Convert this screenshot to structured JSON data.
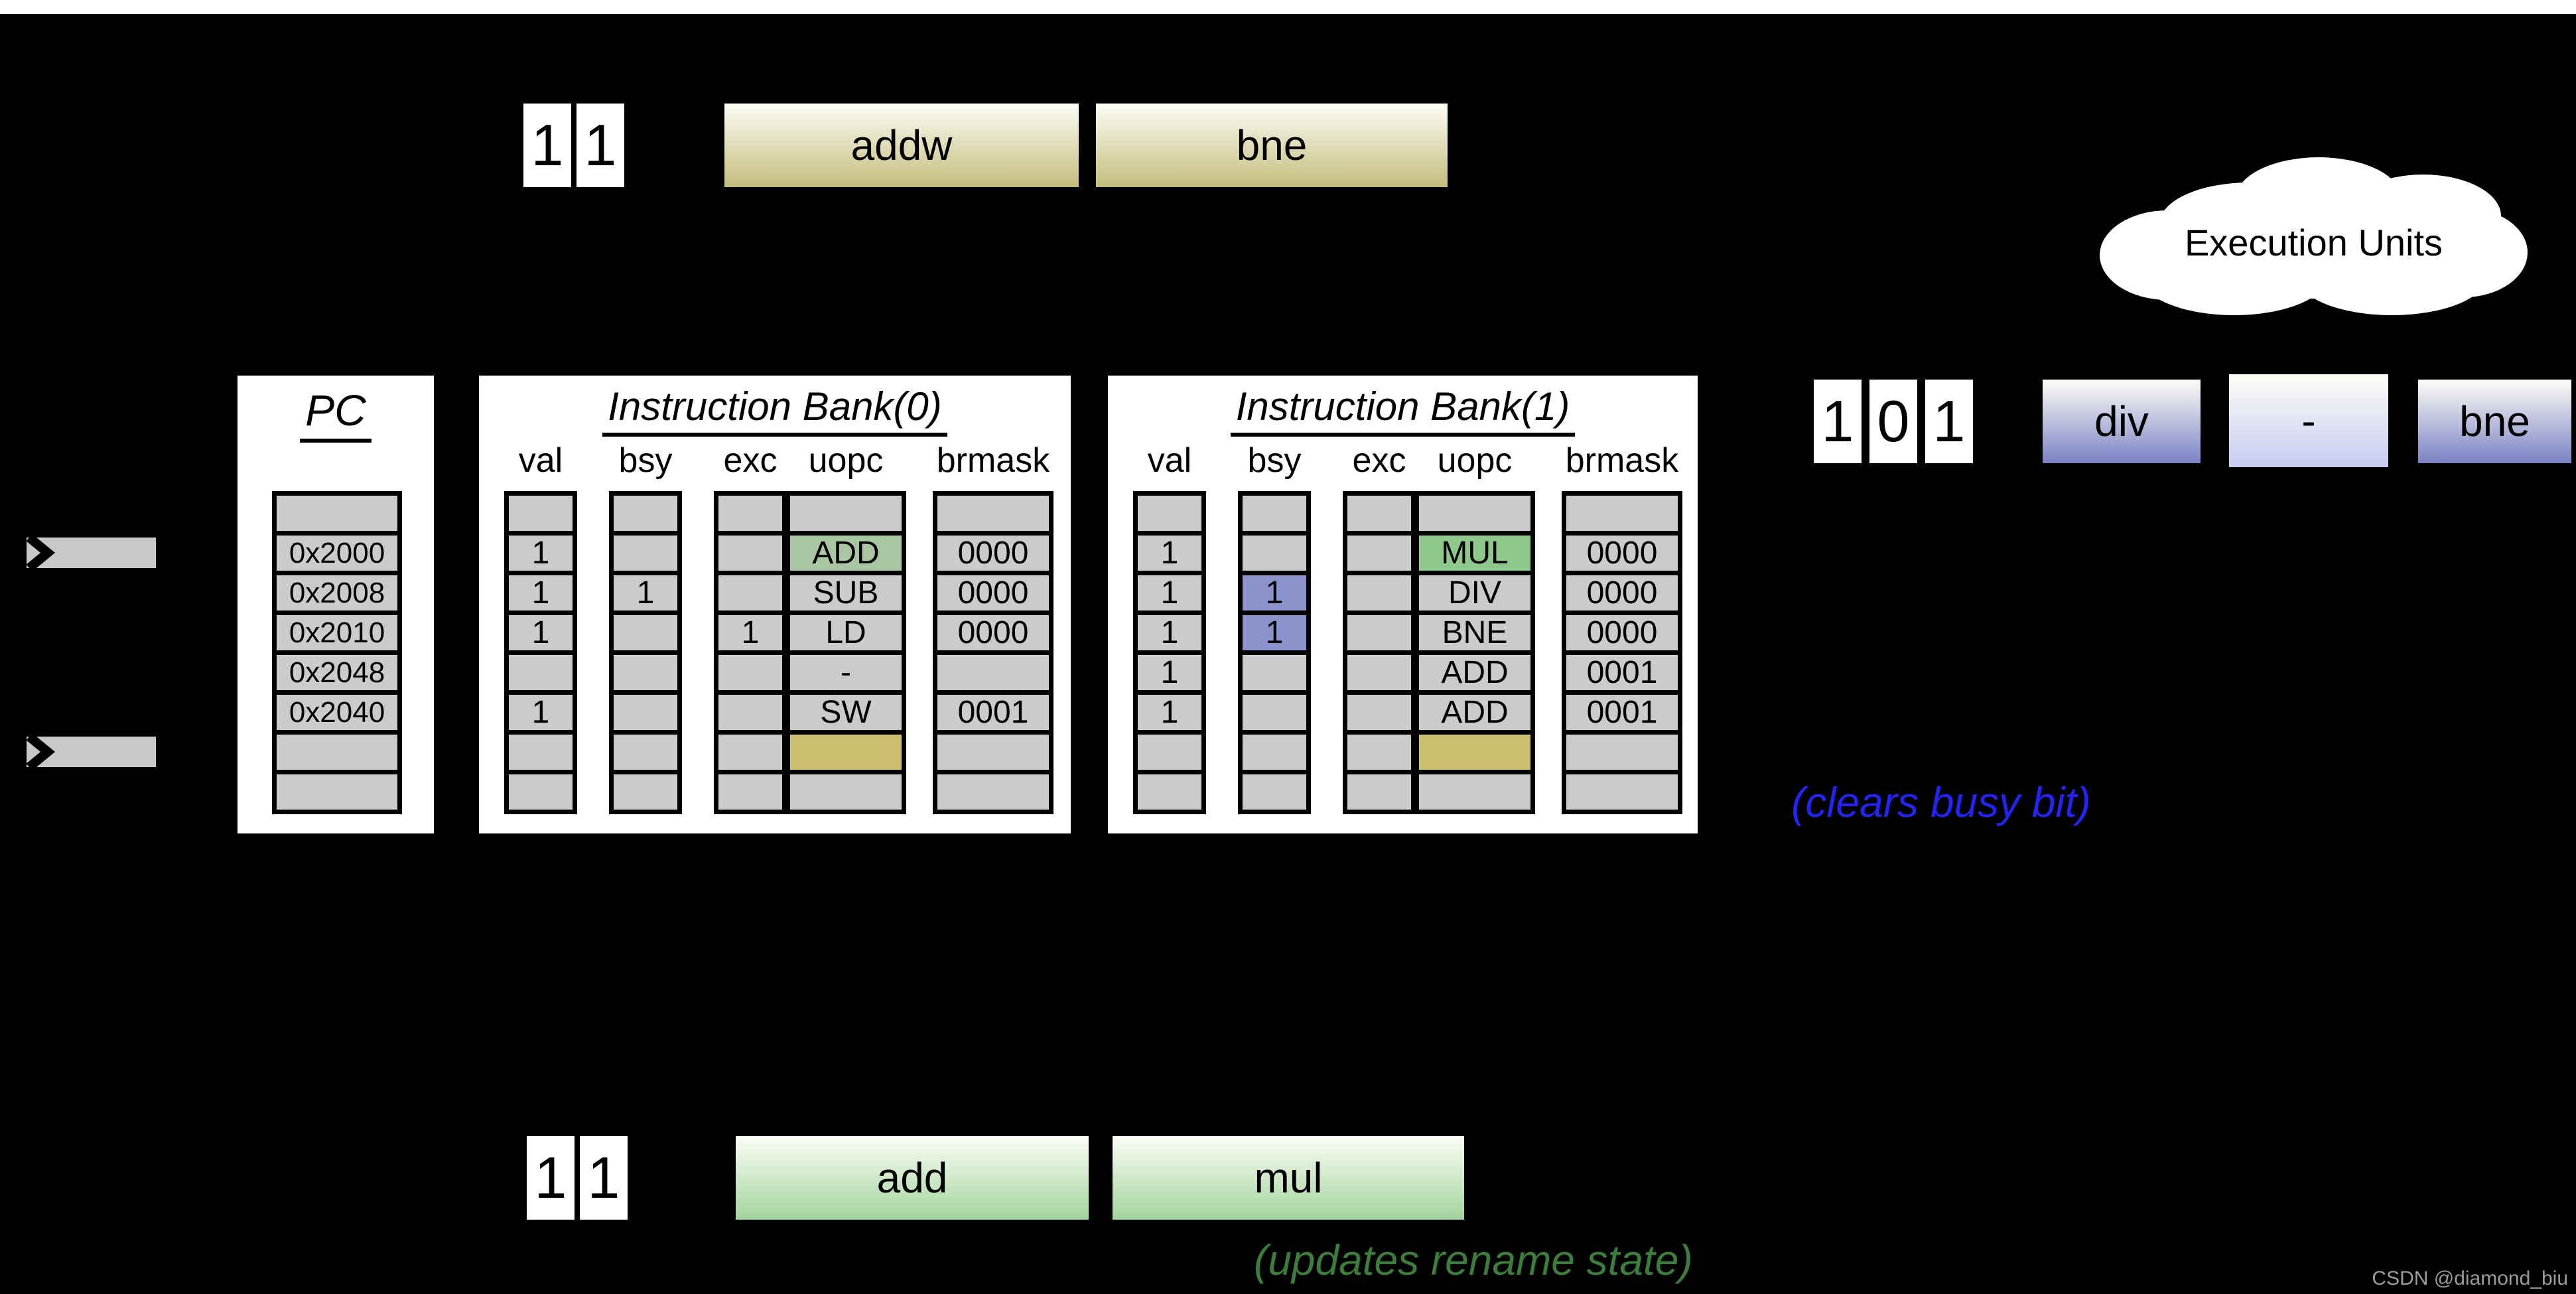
{
  "colors": {
    "slot_top": "#fdfdf6",
    "slot_tan": "#c3bd7c",
    "slot_blue": "#7b83c5",
    "slot_blue_light": "#c7ccf1",
    "slot_green": "#a2d49c",
    "cell_gray": "#cbcbcb",
    "tag_gray": "#c8c8c8",
    "hl_green_0": "#a9c6a2",
    "hl_green_1": "#8fc98a",
    "hl_busy_blue": "#8b93cc",
    "hl_khaki": "#cdbf70",
    "note_blue": "#2323f2",
    "note_green": "#3c7d3b",
    "watermark_gray": "#9b9b9b"
  },
  "decode_group": {
    "bits": [
      "1",
      "1"
    ],
    "slots": [
      {
        "label": "addw",
        "color": "slot_tan"
      },
      {
        "label": "bne",
        "color": "slot_tan"
      }
    ]
  },
  "execution_cloud": {
    "label": "Execution Units"
  },
  "writeback_group": {
    "bits": [
      "1",
      "0",
      "1"
    ],
    "slots": [
      {
        "label": "div",
        "color": "slot_blue"
      },
      {
        "label": "-",
        "color": "slot_blue_light"
      },
      {
        "label": "bne",
        "color": "slot_blue"
      }
    ]
  },
  "commit_group": {
    "bits": [
      "1",
      "1"
    ],
    "slots": [
      {
        "label": "add",
        "color": "slot_green"
      },
      {
        "label": "mul",
        "color": "slot_green"
      }
    ]
  },
  "notes": {
    "clears_busy": "(clears busy bit)",
    "updates_rename": "(updates rename state)"
  },
  "pc": {
    "title": "PC",
    "rows": [
      "",
      "0x2000",
      "0x2008",
      "0x2010",
      "0x2048",
      "0x2040",
      "",
      ""
    ]
  },
  "banks": [
    {
      "title": "Instruction Bank(0)",
      "headers": [
        "val",
        "bsy",
        "exc",
        "uopc",
        "brmask"
      ],
      "columns": {
        "val": {
          "values": [
            "",
            "1",
            "1",
            "1",
            "",
            "1",
            "",
            ""
          ]
        },
        "bsy": {
          "values": [
            "",
            "",
            "1",
            "",
            "",
            "",
            "",
            ""
          ]
        },
        "exc": {
          "values": [
            "",
            "",
            "",
            "1",
            "",
            "",
            "",
            ""
          ]
        },
        "uopc": {
          "values": [
            "",
            "ADD",
            "SUB",
            "LD",
            "-",
            "SW",
            "",
            ""
          ],
          "highlights": {
            "1": "hl_green_0",
            "6": "hl_khaki"
          }
        },
        "brmask": {
          "values": [
            "",
            "0000",
            "0000",
            "0000",
            "",
            "0001",
            "",
            ""
          ]
        }
      }
    },
    {
      "title": "Instruction Bank(1)",
      "headers": [
        "val",
        "bsy",
        "exc",
        "uopc",
        "brmask"
      ],
      "columns": {
        "val": {
          "values": [
            "",
            "1",
            "1",
            "1",
            "1",
            "1",
            "",
            ""
          ]
        },
        "bsy": {
          "values": [
            "",
            "",
            "1",
            "1",
            "",
            "",
            "",
            ""
          ],
          "highlights": {
            "2": "hl_busy_blue",
            "3": "hl_busy_blue"
          }
        },
        "exc": {
          "values": [
            "",
            "",
            "",
            "",
            "",
            "",
            "",
            ""
          ]
        },
        "uopc": {
          "values": [
            "",
            "MUL",
            "DIV",
            "BNE",
            "ADD",
            "ADD",
            "",
            ""
          ],
          "highlights": {
            "1": "hl_green_1",
            "6": "hl_khaki"
          }
        },
        "brmask": {
          "values": [
            "",
            "0000",
            "0000",
            "0000",
            "0001",
            "0001",
            "",
            ""
          ]
        }
      }
    }
  ],
  "watermark": "CSDN @diamond_biu"
}
